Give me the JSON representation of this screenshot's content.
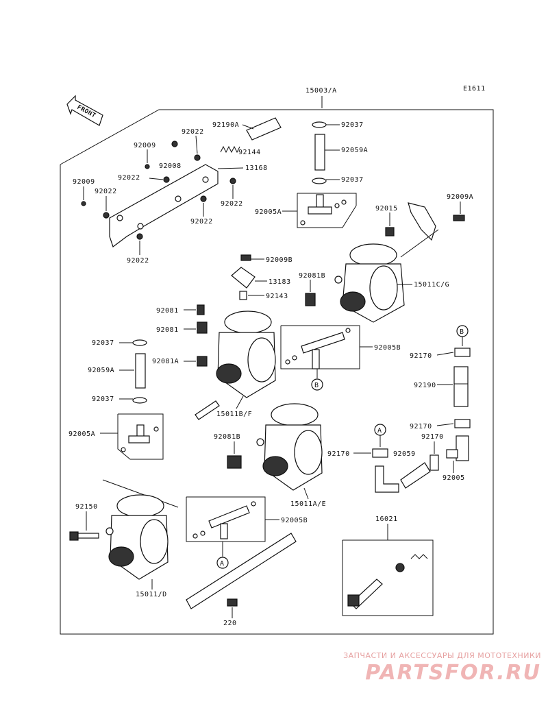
{
  "diagram_code": "E1611",
  "front_label": "FRONT",
  "assembly_label": "15003/A",
  "callouts": {
    "c92190A": "92190A",
    "c92037a": "92037",
    "c92144": "92144",
    "c92059Ab": "92059A",
    "c92022a": "92022",
    "c92009a": "92009",
    "c92008": "92008",
    "c13168": "13168",
    "c92022b": "92022",
    "c92037b": "92037",
    "c92009b": "92009",
    "c92022c": "92022",
    "c92022d": "92022",
    "c92022e": "92022",
    "c92005Aa": "92005A",
    "c92015": "92015",
    "c92009A": "92009A",
    "c92022f": "92022",
    "c92009B": "92009B",
    "c13183": "13183",
    "c92081B": "92081B",
    "c15011CG": "15011C/G",
    "c92143": "92143",
    "c92081": "92081",
    "c92081b": "92081",
    "c92037c": "92037",
    "c92005B1": "92005B",
    "c92081A": "92081A",
    "c92170a": "92170",
    "c92059A": "92059A",
    "c92190": "92190",
    "c92037d": "92037",
    "c15011BF": "15011B/F",
    "c92005Ab": "92005A",
    "c92170b": "92170",
    "c92081Bb": "92081B",
    "c92170c": "92170",
    "c92170d": "92170",
    "c92059": "92059",
    "c92005": "92005",
    "c15011AE": "15011A/E",
    "c92150": "92150",
    "c92005B2": "92005B",
    "c16021": "16021",
    "c15011D": "15011/D",
    "c220": "220"
  },
  "markers": {
    "A": "A",
    "B": "B"
  },
  "watermark": {
    "line1": "ЗАПЧАСТИ И АКСЕССУАРЫ ДЛЯ МОТОТЕХНИКИ",
    "logo": "PARTSFOR.RU"
  }
}
